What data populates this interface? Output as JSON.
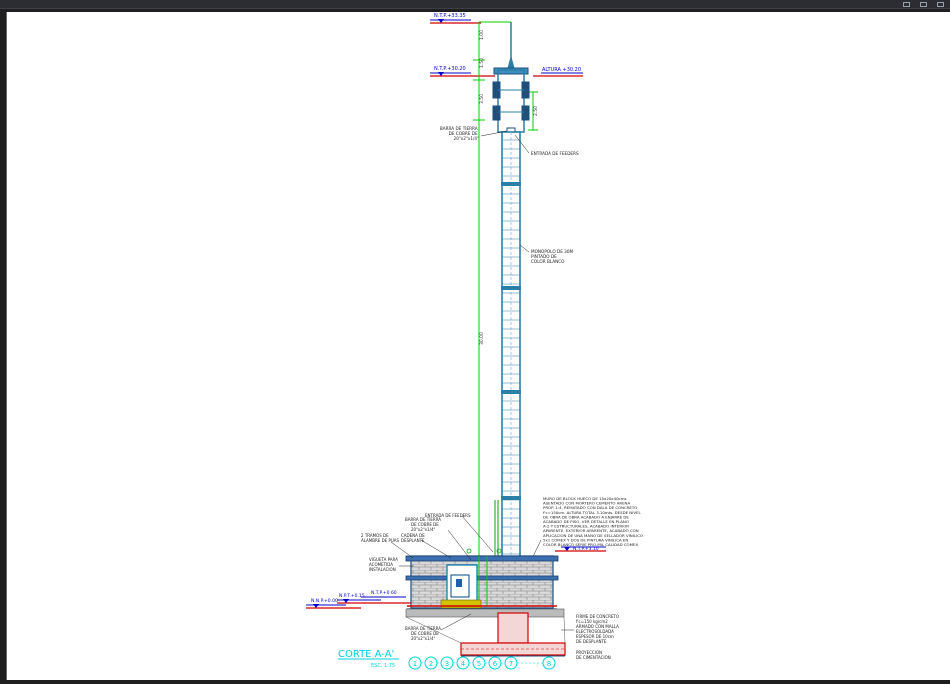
{
  "window": {
    "controls": [
      "minimize",
      "restore",
      "close"
    ]
  },
  "levels": {
    "top": "N.T.P.+33.35",
    "platform": "N.T.P.+30.20",
    "antenna": "ALTURA +30.20",
    "shelter_roof": "N.T.P.+3.10",
    "floor_left": "N.P.T.+0.15",
    "floor_2": "N.T.P.+0.60",
    "ground": "N.N.P.+0.00"
  },
  "dims": {
    "d1": "1.00",
    "d2": "1.50",
    "d3": "3.50",
    "d4": "2.50",
    "d5": "30.00"
  },
  "notes": {
    "copper_bar_top": [
      "BARRA DE TIERRA",
      "DE COBRE DE",
      "20\"x2\"x1/4\""
    ],
    "feeder_entry_top": "ENTRADA DE FEEDERS",
    "monopole": [
      "MONOPOLO DE 30M",
      "PINTADO DE",
      "COLOR BLANCO"
    ],
    "wall": [
      "MURO DE BLOCK HUECO DE 15x20x40cms",
      "ASENTADO CON MORTERO CEMENTO ARENA",
      "PROP. 1:4, REMATADO CON DALA DE CONCRETO",
      "f'c=150cm. ALTURA TOTAL 3.10mts. DESDE NIVEL",
      "DE OBRA DE OBRA ACABADO A ENJARRE DE",
      "ACABADO DE PISO, VER DETALLE EN PLANO",
      "A-2 Y ESTRUCTURALES, ACABADO INTERIOR",
      "APARENTE, EXTERIOR APARENTE, ACABADO CON",
      "APLICACION DE UNA MANO DE SELLADOR VINILICO",
      "5x1 COMEX Y DOS DE PINTURA VINILICA EN",
      "COLOR BLANCO SERIE PRO-MIL CALIDAD COMEX"
    ],
    "feeder_entry_bottom": "ENTRADA DE FEEDERS",
    "copper_bar_bottom": [
      "BARRA DE TIERRA",
      "DE COBRE DE",
      "20\"x2\"x1/4\""
    ],
    "ground_cable": [
      "CADENA DE",
      "DESPLANTE"
    ],
    "rain_gutter": [
      "2 TRAMOS DE",
      "ALAMBRE DE PUAS"
    ],
    "door": [
      "VIGUETA PARA",
      "ACOMETIDA",
      "INSTALACION"
    ],
    "bottom_bar": [
      "BARRA DE TIERRA",
      "DE COBRE DE",
      "20\"x2\"x1/4\""
    ],
    "slab": [
      "FIRME DE CONCRETO",
      "f'c=150 kg/cm2",
      "ARMADO CON MALLA",
      "ELECTROSOLDADA",
      "ESPESOR DE 10cm",
      "DE DESPLANTE",
      "PROYECCION",
      "DE CIMENTACION"
    ]
  },
  "section": {
    "title": "CORTE A-A'",
    "scale": "ESC. 1:75"
  },
  "grid_labels": [
    "1",
    "2",
    "3",
    "4",
    "5",
    "6",
    "7",
    "8"
  ]
}
